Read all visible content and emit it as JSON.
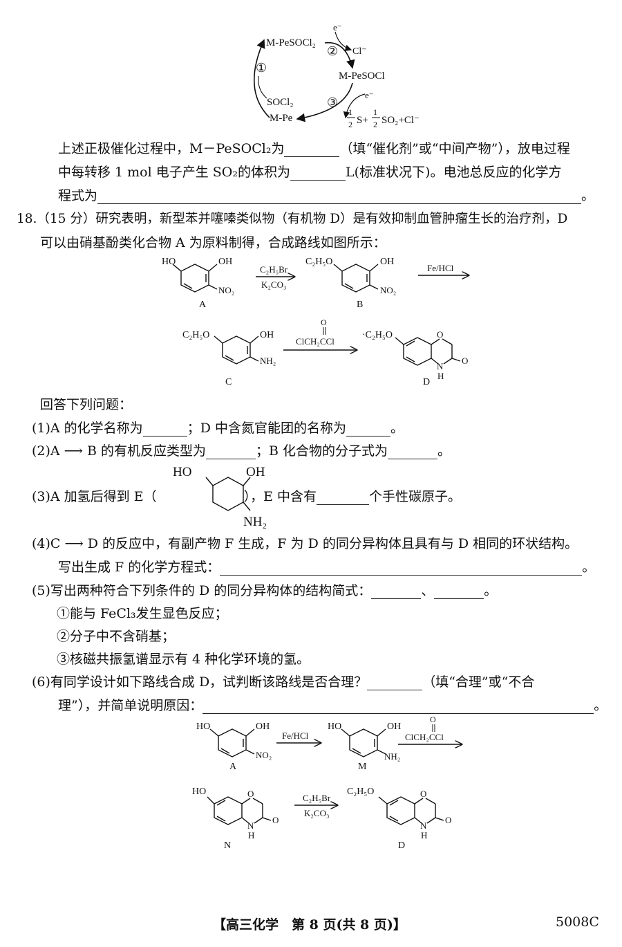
{
  "cycle": {
    "n1": "M-PeSOCl₂",
    "e1": "e⁻",
    "p2": "Cl⁻",
    "n2": "M-PeSOCl",
    "e2": "e⁻",
    "p3a": "S+",
    "p3b": "SO₂+Cl⁻",
    "half": "1",
    "half2": "2",
    "r1": "SOCl₂",
    "n3": "M-Pe",
    "step1": "①",
    "step2": "②",
    "step3": "③"
  },
  "q17": {
    "l1a": "上述正极催化过程中，M－PeSOCl₂为",
    "l1b": "（填“催化剂”或“中间产物”），放电过程",
    "l2a": "中每转移 1 mol 电子产生 SO₂的体积为",
    "l2b": "L(标准状况下)。电池总反应的化学方",
    "l3a": "程式为",
    "end": "。"
  },
  "q18": {
    "intro1": "18.（15 分）研究表明，新型苯并噻嗪类似物（有机物 D）是有效抑制血管肿瘤生长的治疗剂，D",
    "intro2": "可以由硝基酚类化合物 A 为原料制得，合成路线如图所示：",
    "answer_lead": "回答下列问题：",
    "q1a": "(1)A 的化学名称为",
    "q1b": "；D 中含氮官能团的名称为",
    "q1c": "。",
    "q2a": "(2)A ⟶ B 的有机反应类型为",
    "q2b": "；B 化合物的分子式为",
    "q2c": "。",
    "q3a": "(3)A 加氢后得到 E（",
    "q3b": "），E 中含有",
    "q3c": "个手性碳原子。",
    "q4a": "(4)C ⟶ D 的反应中，有副产物 F 生成，F 为 D 的同分异构体且具有与 D 相同的环状结构。",
    "q4b": "写出生成 F 的化学方程式：",
    "q4c": "。",
    "q5a": "(5)写出两种符合下列条件的 D 的同分异构体的结构简式：",
    "q5sep": "、",
    "q5c": "。",
    "c1": "①能与 FeCl₃发生显色反应；",
    "c2": "②分子中不含硝基；",
    "c3": "③核磁共振氢谱显示有 4 种化学环境的氢。",
    "q6a": "(6)有同学设计如下路线合成 D，试判断该路线是否合理？",
    "q6b": "（填“合理”或“不合",
    "q6c": "理”），并简单说明原因：",
    "q6d": "。"
  },
  "scheme": {
    "HO": "HO",
    "OH": "OH",
    "NO2": "NO₂",
    "NH2": "NH₂",
    "EtO": "C₂H₅O",
    "EtO2": "·C₂H₅O",
    "O": "O",
    "N": "N",
    "H": "H",
    "reag1": "C₂H₅Br",
    "reag1b": "K₂CO₃",
    "reag2": "Fe/HCl",
    "reag3": "ClCH₂CCl",
    "A": "A",
    "B": "B",
    "C": "C",
    "D": "D",
    "M": "M",
    "N_lbl": "N"
  },
  "footer": {
    "center": "【高三化学　第 8 页(共 8 页)】",
    "code": "5008C"
  }
}
